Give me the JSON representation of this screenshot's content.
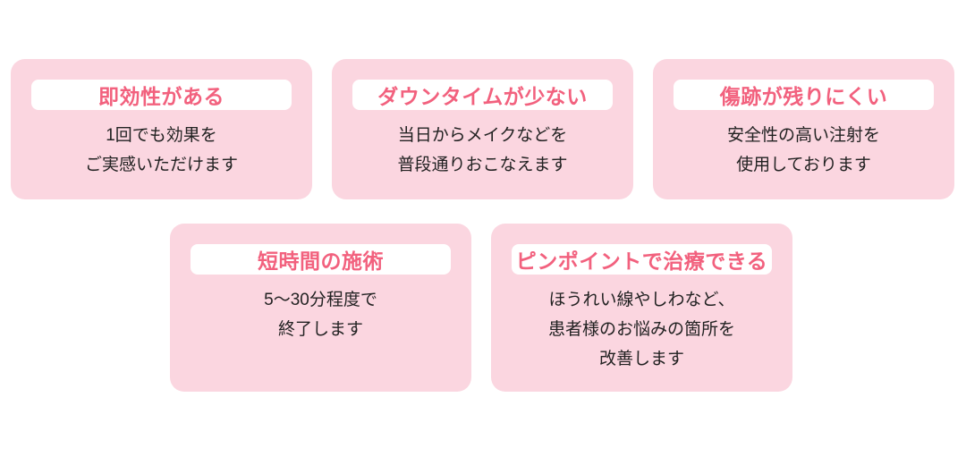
{
  "colors": {
    "card_bg": "#fbd6e0",
    "pill_bg": "#ffffff",
    "heading_pink": "#f2617e",
    "body_text": "#222222",
    "page_bg": "#ffffff"
  },
  "cards": [
    {
      "title": "即効性がある",
      "lines": [
        "1回でも効果を",
        "ご実感いただけます"
      ]
    },
    {
      "title": "ダウンタイムが少ない",
      "lines": [
        "当日からメイクなどを",
        "普段通りおこなえます"
      ]
    },
    {
      "title": "傷跡が残りにくい",
      "lines": [
        "安全性の高い注射を",
        "使用しております"
      ]
    },
    {
      "title": "短時間の施術",
      "lines": [
        "5〜30分程度で",
        "終了します"
      ]
    },
    {
      "title": "ピンポイントで治療できる",
      "lines": [
        "ほうれい線やしわなど、",
        "患者様のお悩みの箇所を",
        "改善します"
      ]
    }
  ]
}
